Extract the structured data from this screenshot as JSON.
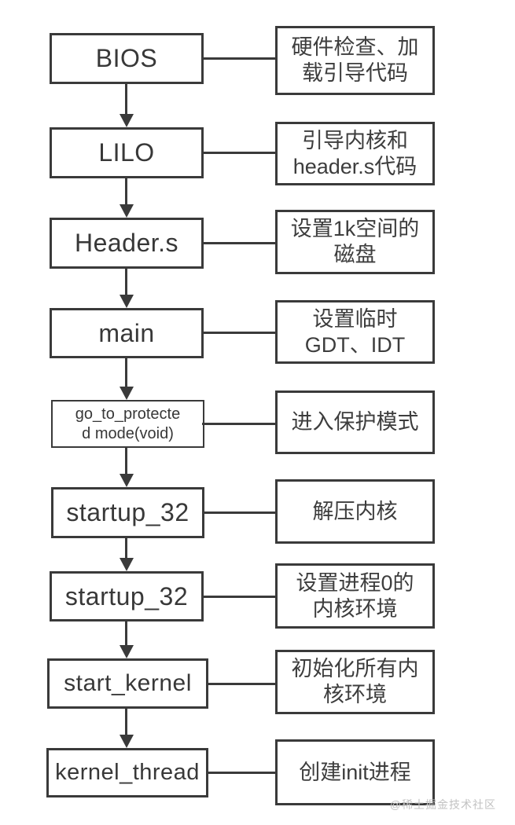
{
  "flow": {
    "rows": [
      {
        "left_lines": [
          "BIOS"
        ],
        "right_lines": [
          "硬件检查、加",
          "载引导代码"
        ]
      },
      {
        "left_lines": [
          "LILO"
        ],
        "right_lines": [
          "引导内核和",
          "header.s代码"
        ]
      },
      {
        "left_lines": [
          "Header.s"
        ],
        "right_lines": [
          "设置1k空间的",
          "磁盘"
        ]
      },
      {
        "left_lines": [
          "main"
        ],
        "right_lines": [
          "设置临时",
          "GDT、IDT"
        ]
      },
      {
        "left_lines": [
          "go_to_protecte",
          "d mode(void)"
        ],
        "right_lines": [
          "进入保护模式"
        ]
      },
      {
        "left_lines": [
          "startup_32"
        ],
        "right_lines": [
          "解压内核"
        ]
      },
      {
        "left_lines": [
          "startup_32"
        ],
        "right_lines": [
          "设置进程0的",
          "内核环境"
        ]
      },
      {
        "left_lines": [
          "start_kernel"
        ],
        "right_lines": [
          "初始化所有内",
          "核环境"
        ]
      },
      {
        "left_lines": [
          "kernel_thread"
        ],
        "right_lines": [
          "创建init进程"
        ]
      }
    ],
    "watermark": "@稀土掘金技术社区",
    "colors": {
      "line": "#3a3a3a",
      "text": "#383838",
      "watermark": "#c2c2c2"
    }
  }
}
